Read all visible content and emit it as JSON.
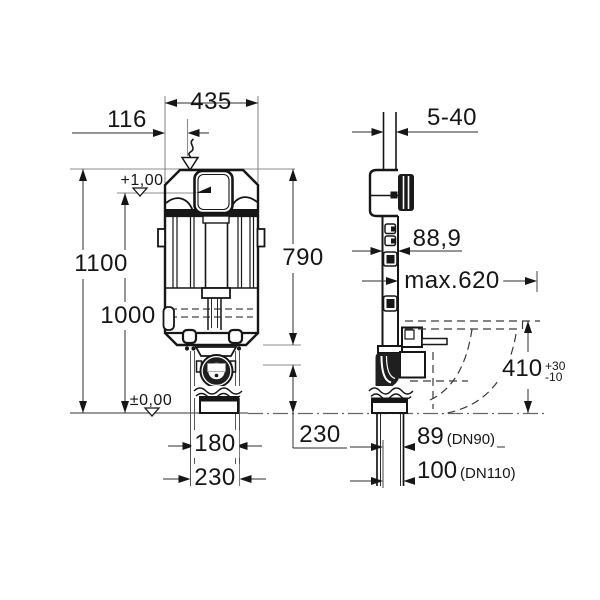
{
  "drawing": {
    "title": "concealed-cistern-installation-dimension-drawing",
    "colors": {
      "ink": "#161616",
      "dim_line": "#2e2e2e",
      "reference": "#8c8c8c",
      "paper": "#ffffff"
    },
    "front_view": {
      "width": "435",
      "supply_offset": "116",
      "total_height": "1100",
      "water_level_height": "1000",
      "frame_height": "790",
      "fixing_spacing_inner": "180",
      "fixing_spacing_outer": "230",
      "floor_datum": "±0,00",
      "water_datum": "+1,00"
    },
    "side_view": {
      "wall_finish_range": "5-40",
      "profile_depth": "88,9",
      "max_depth": "max.620",
      "outlet_drop": "230",
      "pan_height": "410",
      "pan_height_tol_plus": "+30",
      "pan_height_tol_minus": "-10",
      "outlet_dia_small": "89",
      "outlet_dia_small_dn": "(DN90)",
      "outlet_dia_large": "100",
      "outlet_dia_large_dn": "(DN110)"
    }
  }
}
